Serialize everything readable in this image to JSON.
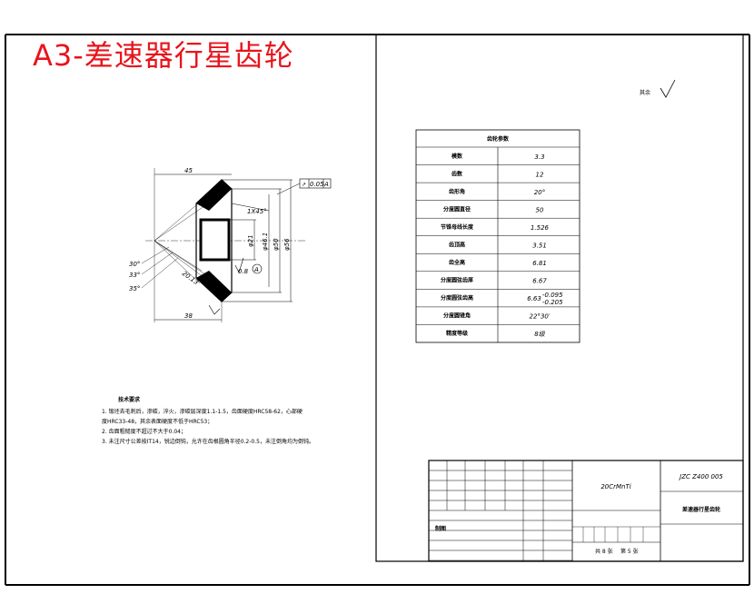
{
  "title": "A3-差速器行星齿轮",
  "roughness_note": "其余",
  "params_table": {
    "header": "齿轮参数",
    "rows": [
      {
        "label": "模数",
        "value": "3.3"
      },
      {
        "label": "齿数",
        "value": "12"
      },
      {
        "label": "齿形角",
        "value": "20°"
      },
      {
        "label": "分度圆直径",
        "value": "50"
      },
      {
        "label": "节锥母线长度",
        "value": "1.526"
      },
      {
        "label": "齿顶高",
        "value": "3.51"
      },
      {
        "label": "齿全高",
        "value": "6.81"
      },
      {
        "label": "分度圆弦齿厚",
        "value": "6.67"
      },
      {
        "label": "分度圆弦齿高",
        "value": "6.63",
        "tol_upper": "-0.095",
        "tol_lower": "-0.205"
      },
      {
        "label": "分度圆锥角",
        "value": "22°30′"
      },
      {
        "label": "精度等级",
        "value": "8级"
      }
    ]
  },
  "drawing": {
    "dims": {
      "top_length": "45",
      "bottom_length": "38",
      "chamfer": "1X45°",
      "dia_21": "φ21",
      "dia_46": "φ46.1",
      "dia_50": "φ50",
      "dia_56": "φ56",
      "ang_30": "30°",
      "ang_33": "33°",
      "ang_35": "35°",
      "slant": "20.13",
      "rough_value": "0.8",
      "datum": "A"
    },
    "tolerance_frame": {
      "symbol": "↗",
      "value": "0.05",
      "datum": "A"
    }
  },
  "tech_req": {
    "heading": "技术要求",
    "lines": [
      "1. 锻坯去毛刺后，渗碳，淬火，渗碳层深度1.1-1.5，齿面硬度HRC58-62，心部硬",
      "度HRC33-48，其余表面硬度不低于HRC53；",
      "2. 齿面粗糙度不超过不大于0.04；",
      "3. 未注尺寸公差按IT14，锐边倒钝，允许在齿根圆角半径0.2-0.5，未注倒角均为倒钝。"
    ]
  },
  "title_block": {
    "material": "20CrMnTi",
    "drawing_no": "JZC Z400 005",
    "part_name": "差速器行星齿轮",
    "label_left": "制图",
    "sheets_total": "共 8 张",
    "sheet_no": "第 5 张"
  }
}
